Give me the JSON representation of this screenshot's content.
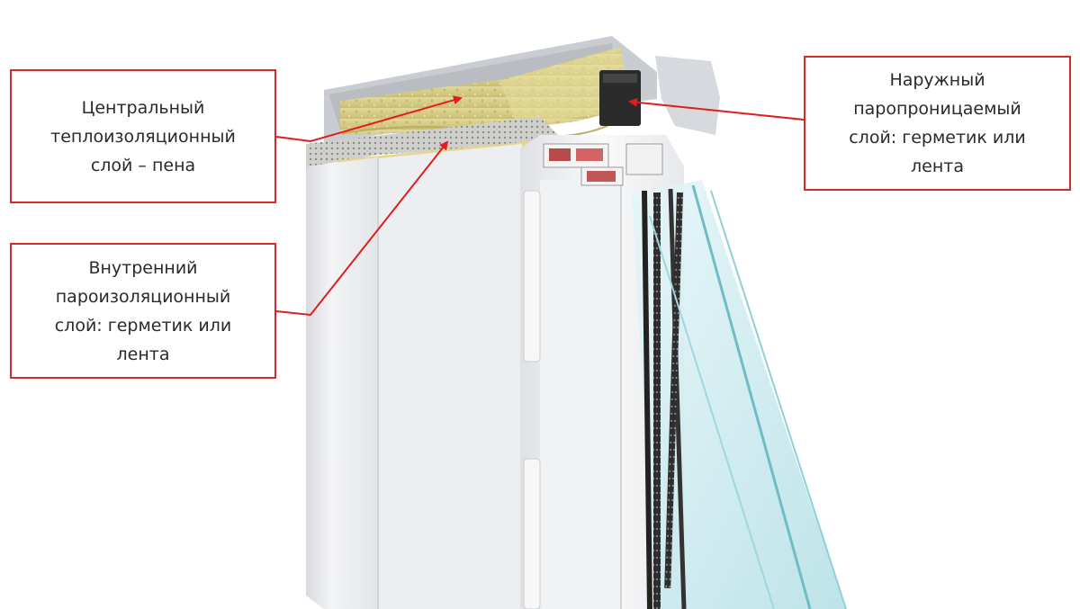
{
  "callouts": {
    "central": {
      "lines": [
        "Центральный",
        "теплоизоляционный",
        "слой – пена"
      ]
    },
    "inner": {
      "lines": [
        "Внутренний",
        "пароизоляционный",
        "слой: герметик или",
        "лента"
      ]
    },
    "outer": {
      "lines": [
        "Наружный",
        "паропроницаемый",
        "слой: герметик или",
        "лента"
      ]
    }
  },
  "colors": {
    "callout_border": "#d42a2a",
    "arrow": "#e01e1e",
    "insulation": "#d9d08c",
    "wall": "#e9ebef",
    "glass": "#bfe6ea"
  }
}
